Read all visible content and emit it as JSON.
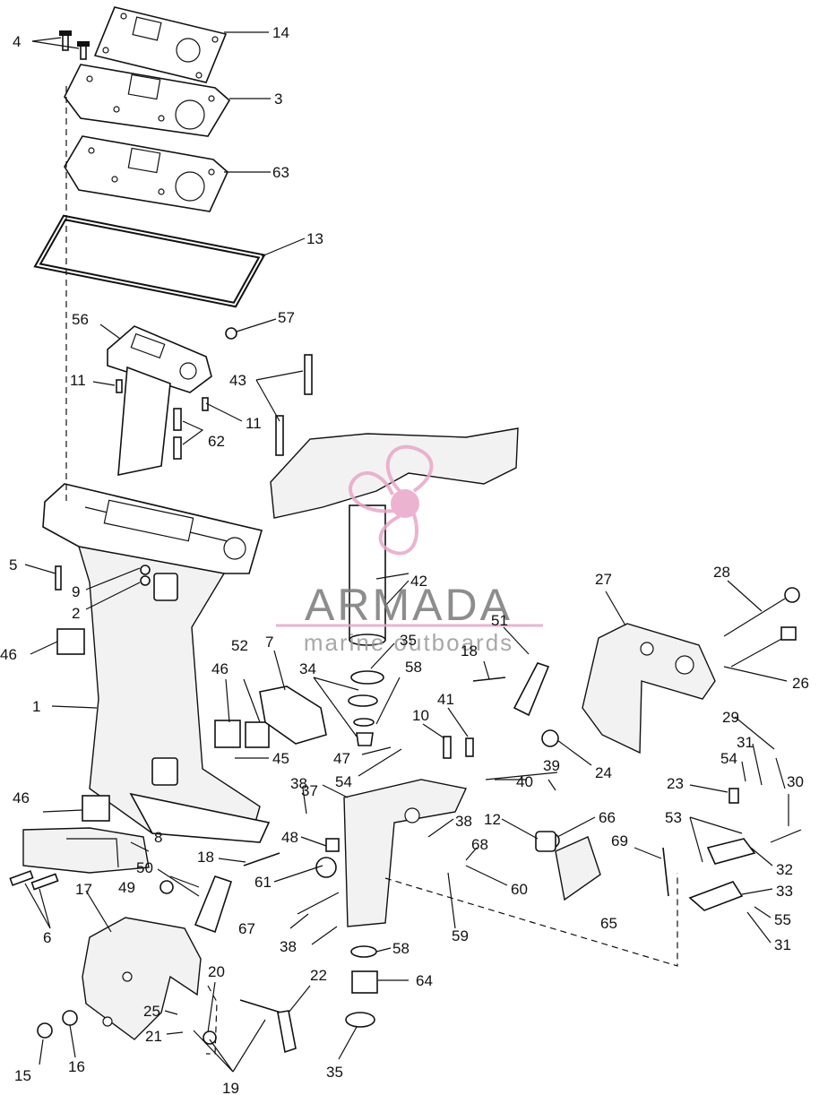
{
  "watermark": {
    "brand": "ARMADA",
    "tagline": "marine outboards",
    "accent_color": "#e9a6c8"
  },
  "callouts": {
    "n1": "1",
    "n2": "2",
    "n3": "3",
    "n4": "4",
    "n5": "5",
    "n6": "6",
    "n7": "7",
    "n8": "8",
    "n9": "9",
    "n10": "10",
    "n11a": "11",
    "n11b": "11",
    "n12": "12",
    "n13": "13",
    "n14": "14",
    "n15": "15",
    "n16": "16",
    "n17": "17",
    "n18a": "18",
    "n18b": "18",
    "n19": "19",
    "n20": "20",
    "n21": "21",
    "n22": "22",
    "n23": "23",
    "n24": "24",
    "n25": "25",
    "n26": "26",
    "n27": "27",
    "n28": "28",
    "n29": "29",
    "n30": "30",
    "n31a": "31",
    "n31b": "31",
    "n32": "32",
    "n33": "33",
    "n34": "34",
    "n35a": "35",
    "n35b": "35",
    "n37": "37",
    "n38a": "38",
    "n38b": "38",
    "n38c": "38",
    "n39": "39",
    "n40": "40",
    "n41": "41",
    "n42": "42",
    "n43": "43",
    "n45": "45",
    "n46a": "46",
    "n46b": "46",
    "n46c": "46",
    "n47": "47",
    "n48": "48",
    "n49": "49",
    "n50": "50",
    "n51": "51",
    "n52": "52",
    "n53": "53",
    "n54a": "54",
    "n54b": "54",
    "n55": "55",
    "n56": "56",
    "n57": "57",
    "n58a": "58",
    "n58b": "58",
    "n59": "59",
    "n60": "60",
    "n61": "61",
    "n62": "62",
    "n63": "63",
    "n64": "64",
    "n65": "65",
    "n66": "66",
    "n67": "67",
    "n68": "68",
    "n69": "69"
  }
}
